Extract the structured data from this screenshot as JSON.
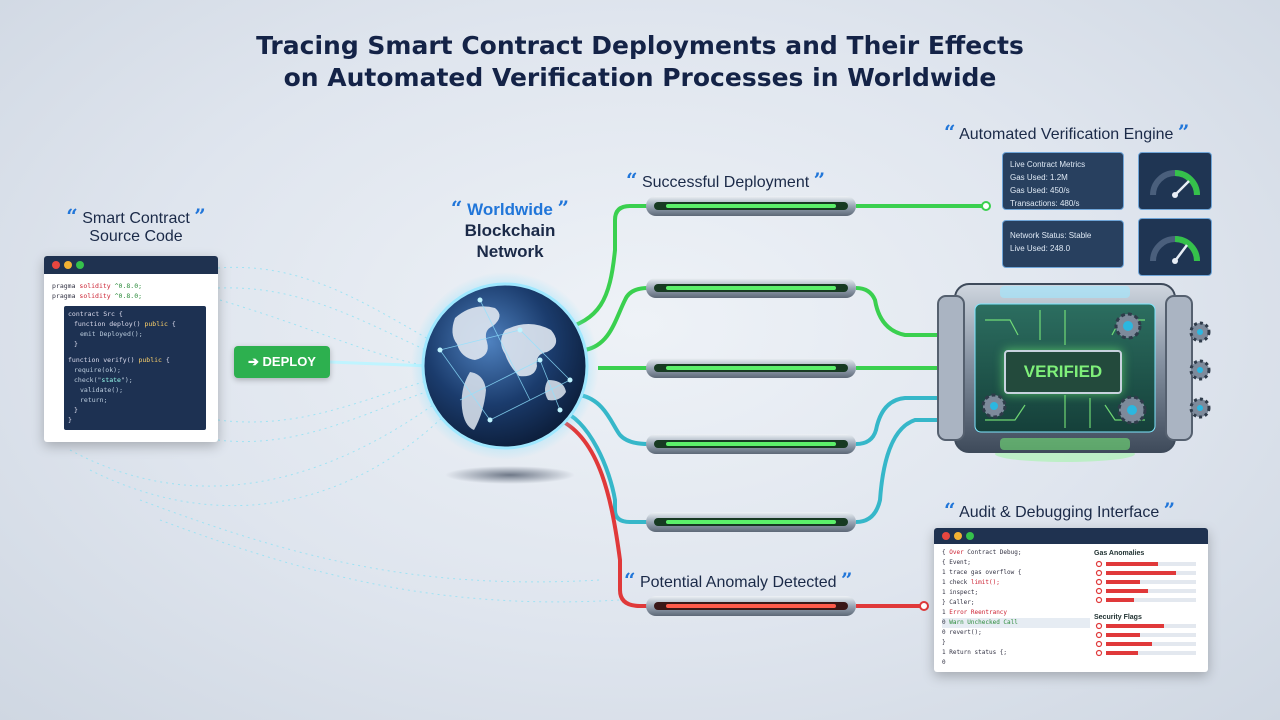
{
  "title": {
    "line1": "Tracing Smart Contract Deployments and Their Effects",
    "line2": "on Automated Verification Processes in Worldwide"
  },
  "labels": {
    "source_line1": "Smart Contract",
    "source_line2": "Source Code",
    "network_line1": "Worldwide",
    "network_line2": "Blockchain",
    "network_line3": "Network",
    "success": "Successful Deployment",
    "anomaly": "Potential Anomaly Detected",
    "engine": "Automated Verification Engine",
    "audit": "Audit & Debugging Interface"
  },
  "deploy_button": "➔ DEPLOY",
  "verified_badge": "VERIFIED",
  "metrics": {
    "panel1": [
      "Live Contract Metrics",
      "Gas Used: 1.2M",
      "Gas Used: 450/s",
      "Transactions: 480/s"
    ],
    "panel2": [
      "Network Status: Stable",
      "Live Used: 248.0"
    ]
  },
  "audit_sections": {
    "right_top": "Gas Anomalies",
    "right_bottom": "Security Flags"
  },
  "colors": {
    "success_line": "#3ad04f",
    "network_line": "#36b7c9",
    "anomaly_line": "#e0393a",
    "accent_blue": "#2176d9"
  }
}
